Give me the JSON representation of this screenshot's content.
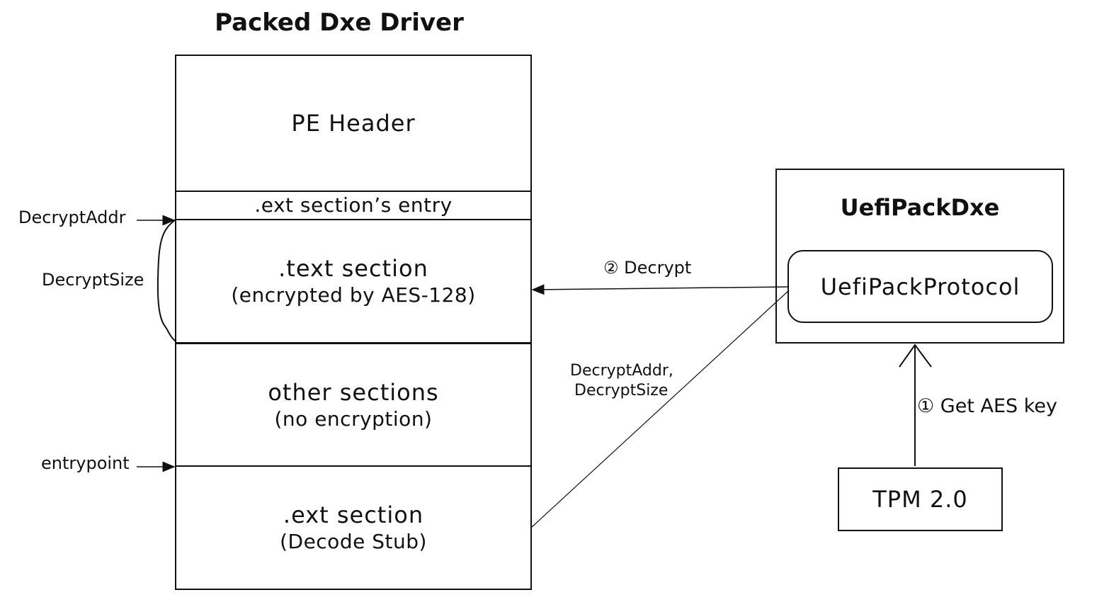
{
  "packed_driver": {
    "title": "Packed Dxe Driver",
    "pe_header": "PE Header",
    "ext_entry": ".ext section’s entry",
    "text_section": {
      "label": ".text section",
      "note": "(encrypted by AES-128)"
    },
    "other_sections": {
      "label": "other sections",
      "note": "(no encryption)"
    },
    "ext_section": {
      "label": ".ext section",
      "note": "(Decode Stub)"
    }
  },
  "side_labels": {
    "decrypt_addr": "DecryptAddr",
    "decrypt_size": "DecryptSize",
    "entrypoint": "entrypoint"
  },
  "uefi_pack_dxe": {
    "title": "UefiPackDxe",
    "protocol": "UefiPackProtocol"
  },
  "tpm": {
    "label": "TPM 2.0"
  },
  "edges": {
    "decrypt": "② Decrypt",
    "params_line1": "DecryptAddr,",
    "params_line2": "DecryptSize",
    "get_key": "① Get AES key"
  }
}
